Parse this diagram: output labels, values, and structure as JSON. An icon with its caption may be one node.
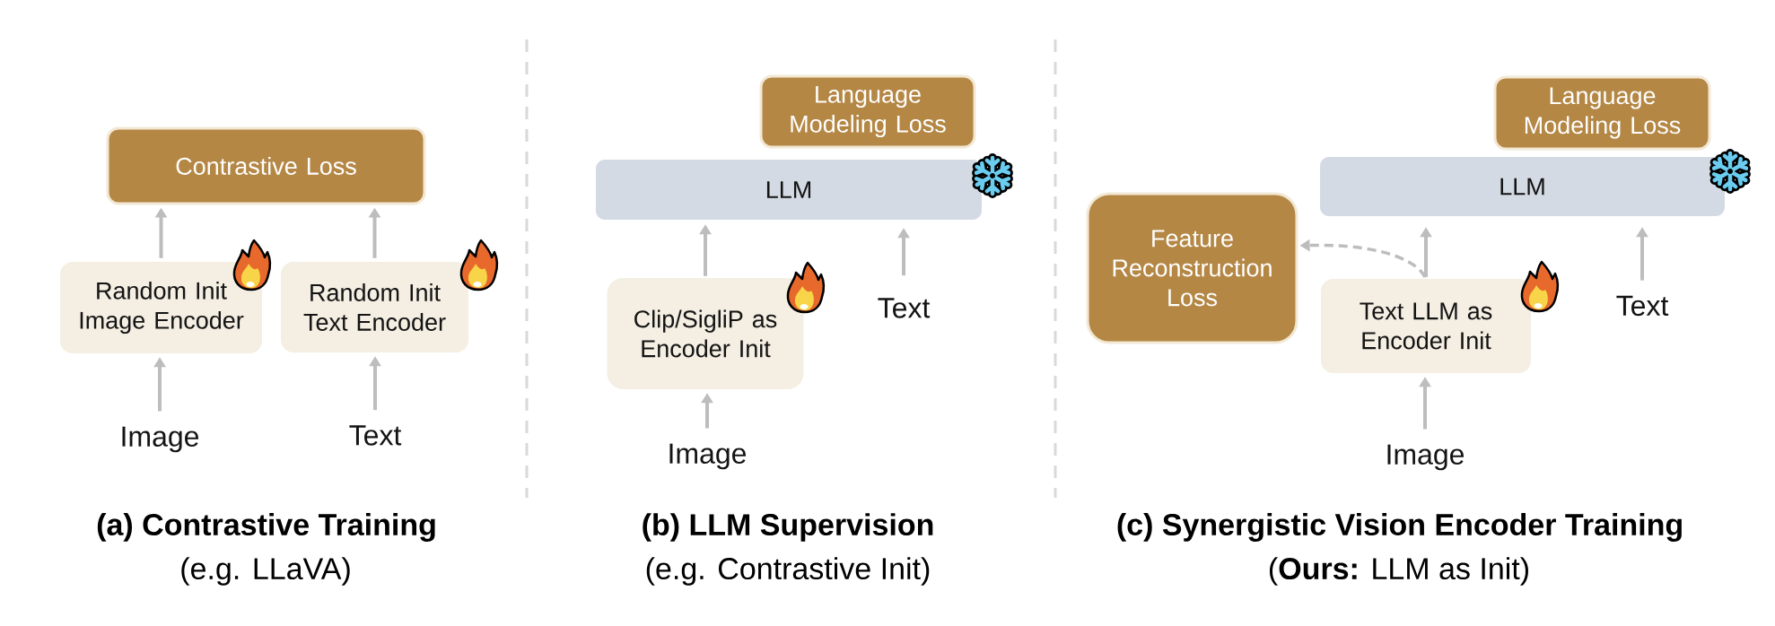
{
  "diagram": {
    "nodes": [
      {
        "text": [
          "Contrastive Loss"
        ]
      },
      {
        "text": [
          "Random Init Image Encoder"
        ]
      },
      {
        "text": [
          "Random Init Text Encoder"
        ]
      },
      {
        "text": [
          "Image"
        ]
      },
      {
        "text": [
          "Text"
        ]
      },
      {
        "text": [
          "Language Modeling Loss"
        ]
      },
      {
        "text": [
          "LLM"
        ]
      },
      {
        "text": [
          "Clip/SigliP as Encoder Init"
        ]
      },
      {
        "text": [
          "Text"
        ]
      },
      {
        "text": [
          "Image"
        ]
      },
      {
        "text": [
          "Language Modeling Loss"
        ]
      },
      {
        "text": [
          "LLM"
        ]
      },
      {
        "text": [
          "Feature Reconstruction Loss"
        ]
      },
      {
        "text": [
          "Text LLM as Encoder Init"
        ]
      },
      {
        "text": [
          "Text"
        ]
      },
      {
        "text": [
          "Image"
        ]
      }
    ],
    "edges": [
      {
        "from": 1,
        "to": 0,
        "arrow": "to"
      },
      {
        "from": 2,
        "to": 0,
        "arrow": "to"
      },
      {
        "from": 3,
        "to": 1,
        "arrow": "to"
      },
      {
        "from": 4,
        "to": 2,
        "arrow": "to"
      },
      {
        "from": 7,
        "to": 6,
        "arrow": "to"
      },
      {
        "from": 8,
        "to": 6,
        "arrow": "to"
      },
      {
        "from": 9,
        "to": 7,
        "arrow": "to"
      },
      {
        "from": 13,
        "to": 11,
        "arrow": "to"
      },
      {
        "from": 14,
        "to": 11,
        "arrow": "to"
      },
      {
        "from": 15,
        "to": 13,
        "arrow": "to"
      },
      {
        "from": 13,
        "to": 12,
        "arrow": "to",
        "style": "dashed"
      }
    ],
    "labels": [
      "(a) Contrastive Training",
      "(e.g. LLaVA)",
      "(b) LLM Supervision",
      "(e.g. Contrastive Init)",
      "(c) Synergistic Vision Encoder Training",
      "(**Ours:** LLM as Init)"
    ]
  }
}
